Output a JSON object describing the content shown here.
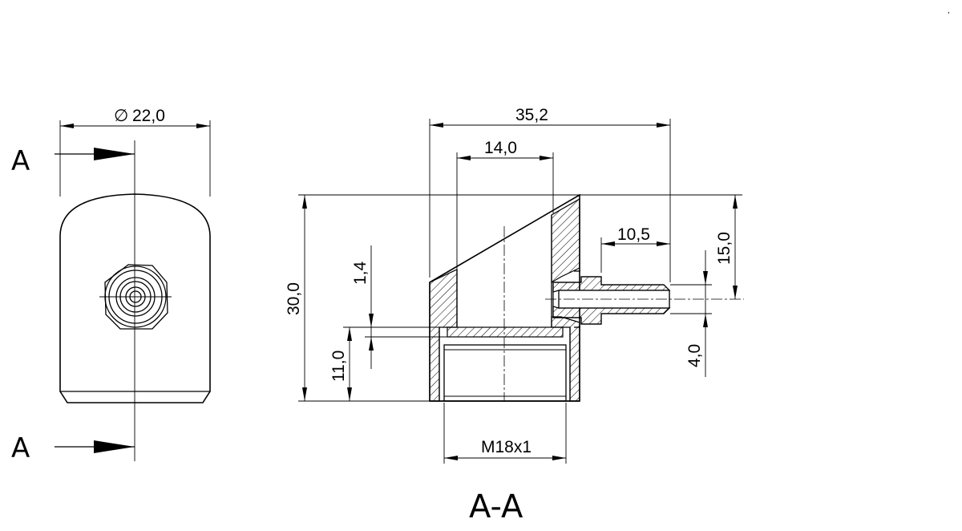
{
  "section_label": "A",
  "section_title": "A-A",
  "corner_mark": ",",
  "dimensions": {
    "diameter_symbol": "∅",
    "diameter": "22,0",
    "total_length": "35,2",
    "bore_width": "14,0",
    "nipple_length": "10,5",
    "height_top": "15,0",
    "total_height": "30,0",
    "step_height": "1,4",
    "thread_depth": "11,0",
    "nipple_bore": "4,0",
    "thread_spec": "M18x1"
  }
}
